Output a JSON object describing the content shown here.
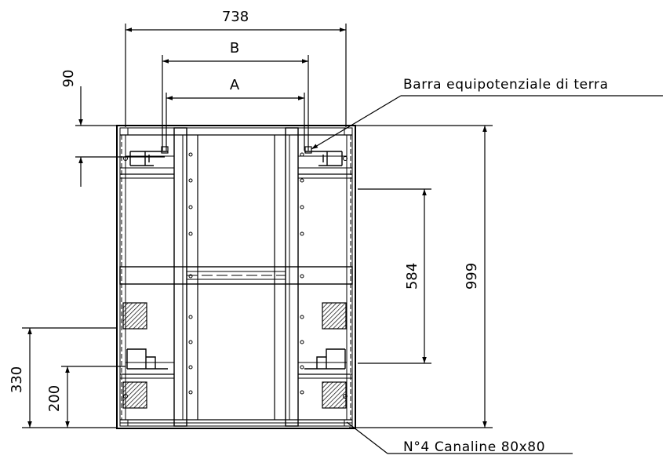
{
  "dimensions": {
    "overall_width": "738",
    "inner_b": "B",
    "inner_a": "A",
    "top_offset": "90",
    "total_height": "999",
    "middle_span": "584",
    "lower_330": "330",
    "lower_200": "200"
  },
  "annotations": {
    "ground_bar": "Barra equipotenziale di terra",
    "cable_ducts": "N°4 Canaline 80x80"
  },
  "colors": {
    "line": "#000000",
    "background": "#ffffff"
  }
}
